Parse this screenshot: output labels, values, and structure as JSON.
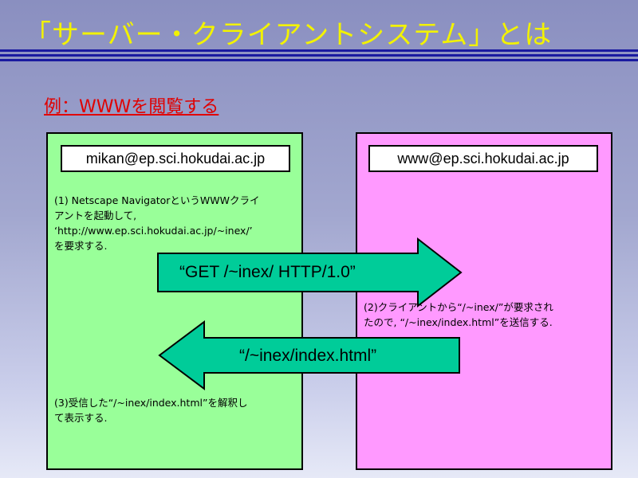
{
  "title": "「サーバー・クライアントシステム」とは",
  "subtitle": "例：WWWを閲覧する",
  "client": {
    "host": "mikan@ep.sci.hokudai.ac.jp",
    "note1": [
      "(1) Netscape NavigatorというWWWクライ",
      "アントを起動して,",
      "‘http://www.ep.sci.hokudai.ac.jp/~inex/’",
      "を要求する."
    ],
    "note3": [
      "(3)受信した“/~inex/index.html”を解釈し",
      "て表示する."
    ]
  },
  "server": {
    "host": "www@ep.sci.hokudai.ac.jp",
    "note2": [
      "(2)クライアントから“/~inex/”が要求され",
      "たので, “/~inex/index.html”を送信する."
    ]
  },
  "arrows": {
    "request": "“GET   /~inex/  HTTP/1.0”",
    "response": "“/~inex/index.html”"
  },
  "colors": {
    "title": "#f2f200",
    "subtitle": "#e00000",
    "client_panel": "#99ff99",
    "server_panel": "#ff99ff",
    "arrow": "#00cc99",
    "rule": "#1a1aa0"
  }
}
